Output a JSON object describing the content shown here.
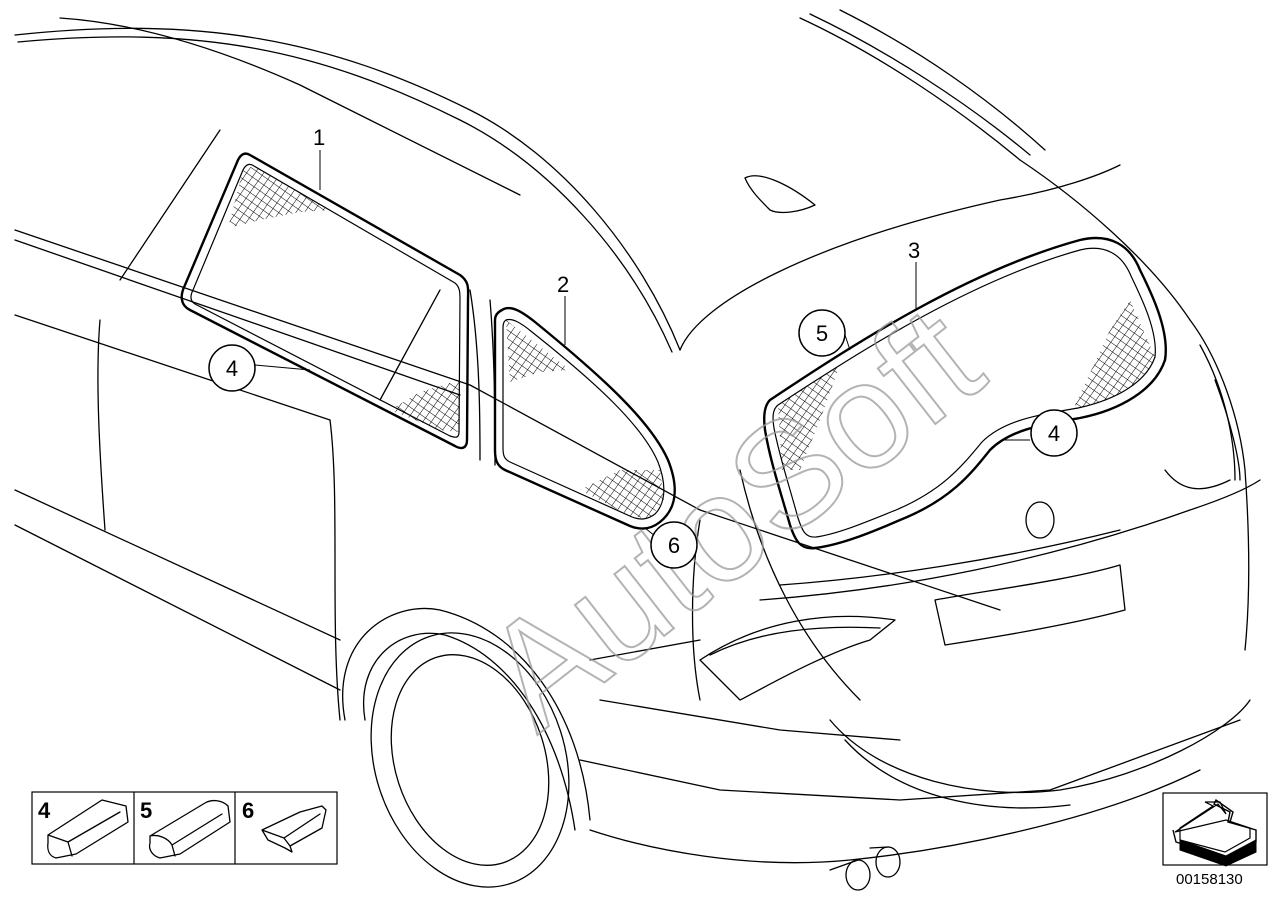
{
  "diagram": {
    "callouts": [
      {
        "id": "c1",
        "label": "1"
      },
      {
        "id": "c2",
        "label": "2"
      },
      {
        "id": "c3",
        "label": "3"
      }
    ],
    "circled_callouts": [
      {
        "id": "c4a",
        "label": "4"
      },
      {
        "id": "c4b",
        "label": "4"
      },
      {
        "id": "c5",
        "label": "5"
      },
      {
        "id": "c6",
        "label": "6"
      }
    ],
    "legend": [
      {
        "label": "4",
        "part": "window-seal-profile"
      },
      {
        "label": "5",
        "part": "window-seal-profile-alt"
      },
      {
        "label": "6",
        "part": "clip"
      }
    ],
    "watermark": "AutoSoft",
    "part_number": "00158130",
    "icon": "direction-arrow-icon"
  }
}
